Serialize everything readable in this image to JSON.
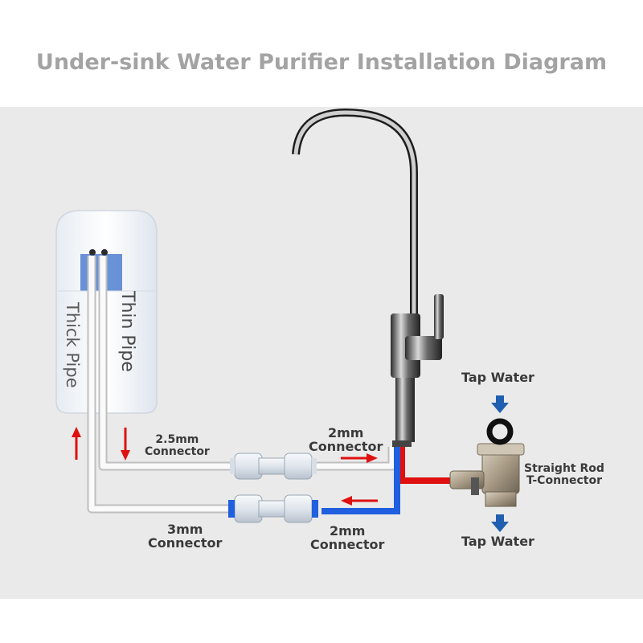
{
  "title": "Under-sink Water Purifier Installation Diagram",
  "labels": {
    "thick_pipe": "Thick Pipe",
    "thin_pipe": "Thin Pipe",
    "connector_2_5mm": [
      "2.5mm",
      "Connector"
    ],
    "connector_2mm_top": [
      "2mm",
      "Connector"
    ],
    "connector_3mm": [
      "3mm",
      "Connector"
    ],
    "connector_2mm_bottom": [
      "2mm",
      "Connector"
    ],
    "tap_water_in": "Tap Water",
    "tap_water_out": "Tap Water",
    "t_connector": [
      "Straight Rod",
      "T-Connector"
    ]
  },
  "colors": {
    "background_panel": "#eaeaea",
    "title": "#a3a3a3",
    "hot_pipe": "#e01010",
    "cold_pipe": "#1f5fe0",
    "flow_arrow_red": "#e01010",
    "flow_arrow_blue": "#1f5fb0"
  },
  "icons": [
    "faucet-icon",
    "purifier-unit-icon",
    "pipe-connector-icon",
    "t-valve-icon",
    "gasket-ring-icon",
    "flow-arrow-icon"
  ]
}
